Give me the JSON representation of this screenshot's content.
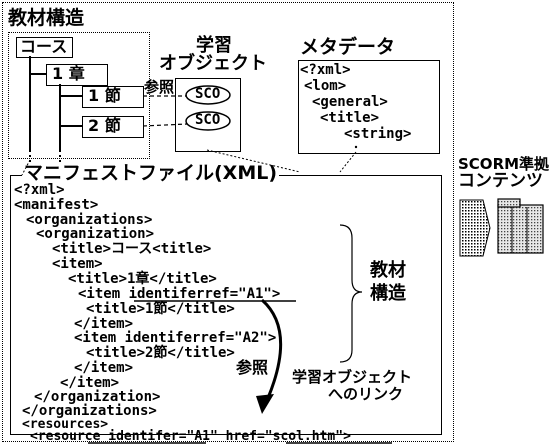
{
  "structure": {
    "title": "教材構造",
    "course": "コース",
    "chapter": "1 章",
    "section1": "1 節",
    "section2": "2 節",
    "ref_label": "参照",
    "sco1": "SCO",
    "sco2": "SCO"
  },
  "learning_object": {
    "line1": "学習",
    "line2": "オブジェクト"
  },
  "metadata": {
    "title": "メタデータ",
    "lines": [
      "<?xml>",
      "<lom>",
      "<general>",
      "<title>",
      "<string>"
    ]
  },
  "manifest": {
    "title": "マニフェストファイル(XML)",
    "lines": [
      "<?xml>",
      "<manifest>",
      "<organizations>",
      "<organization>",
      "<title>コース<title>",
      "<item>",
      "<title>1章</title>",
      "<item identiferref=\"A1\">",
      "<title>1節</title>",
      "</item>",
      "<item identiferref=\"A2\">",
      "<title>2節</title>",
      "</item>",
      "</item>",
      "</organization>",
      "</organizations>",
      "<resources>",
      "<resource identifer=\"A1\" href=\"scol.htm\">"
    ],
    "brace_label_1": "教材",
    "brace_label_2": "構造",
    "ref_label": "参照",
    "link_label_1": "学習オブジェクト",
    "link_label_2": "へのリンク"
  },
  "scorm": {
    "line1": "SCORM準拠",
    "line2": "コンテンツ"
  }
}
